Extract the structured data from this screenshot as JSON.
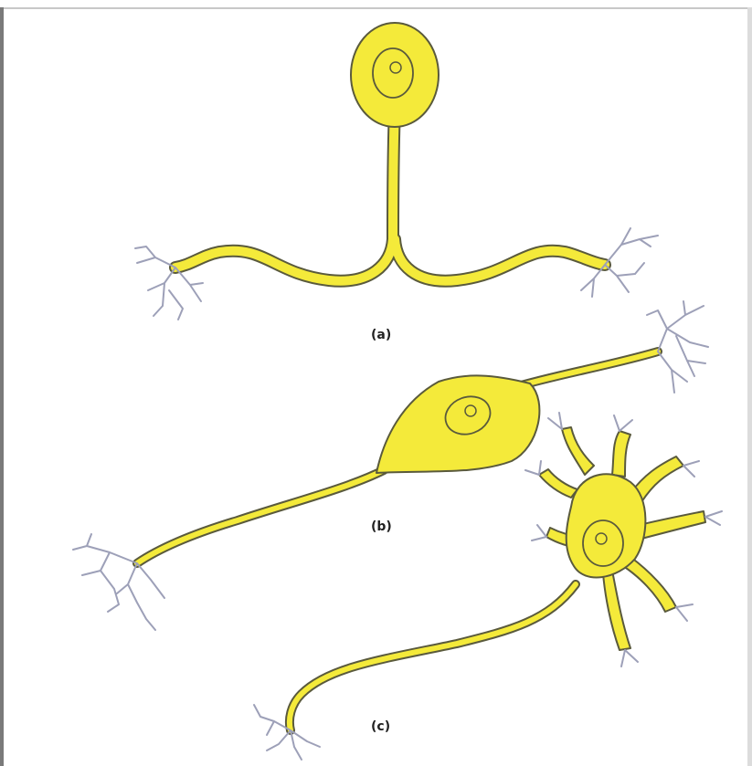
{
  "labels": {
    "a": "(a)",
    "b": "(b)",
    "c": "(c)"
  },
  "colors": {
    "cell_fill": "#f4ea3a",
    "outline": "#5a5a3c",
    "branch": "#9da0b8",
    "highlight": "#fbf6a8"
  }
}
